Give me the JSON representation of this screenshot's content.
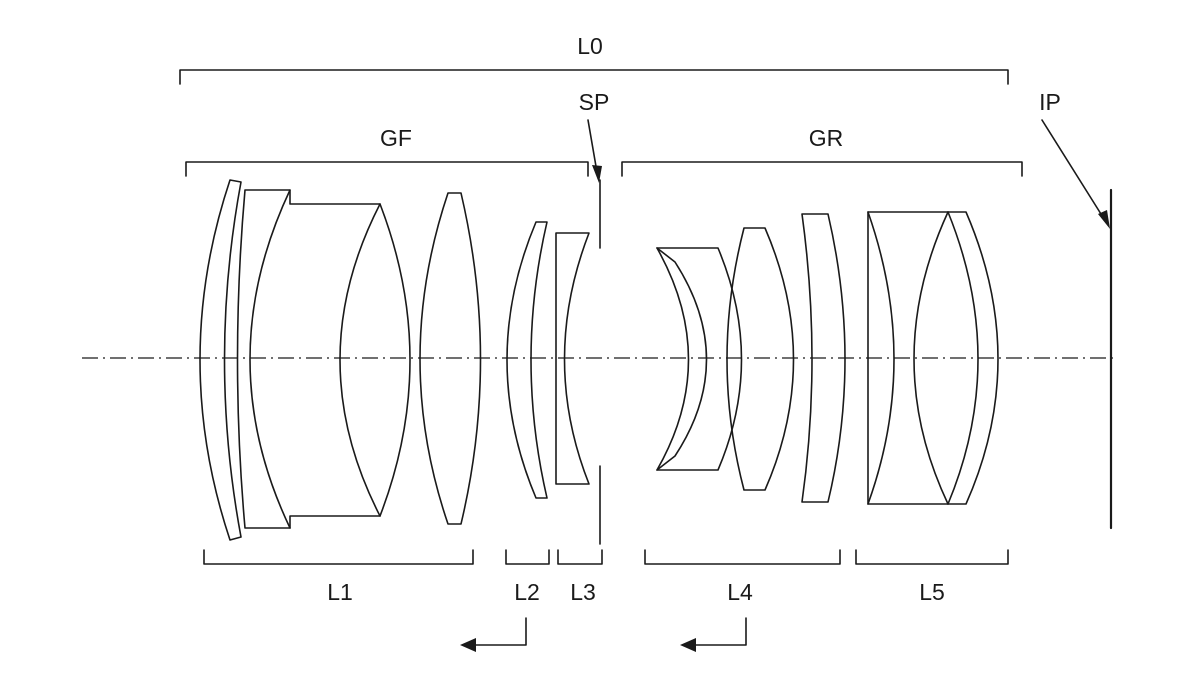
{
  "diagram": {
    "labels": {
      "overall": "L0",
      "front_group": "GF",
      "rear_group": "GR",
      "stop": "SP",
      "image_plane": "IP",
      "lens1": "L1",
      "lens2": "L2",
      "lens3": "L3",
      "lens4": "L4",
      "lens5": "L5"
    }
  }
}
